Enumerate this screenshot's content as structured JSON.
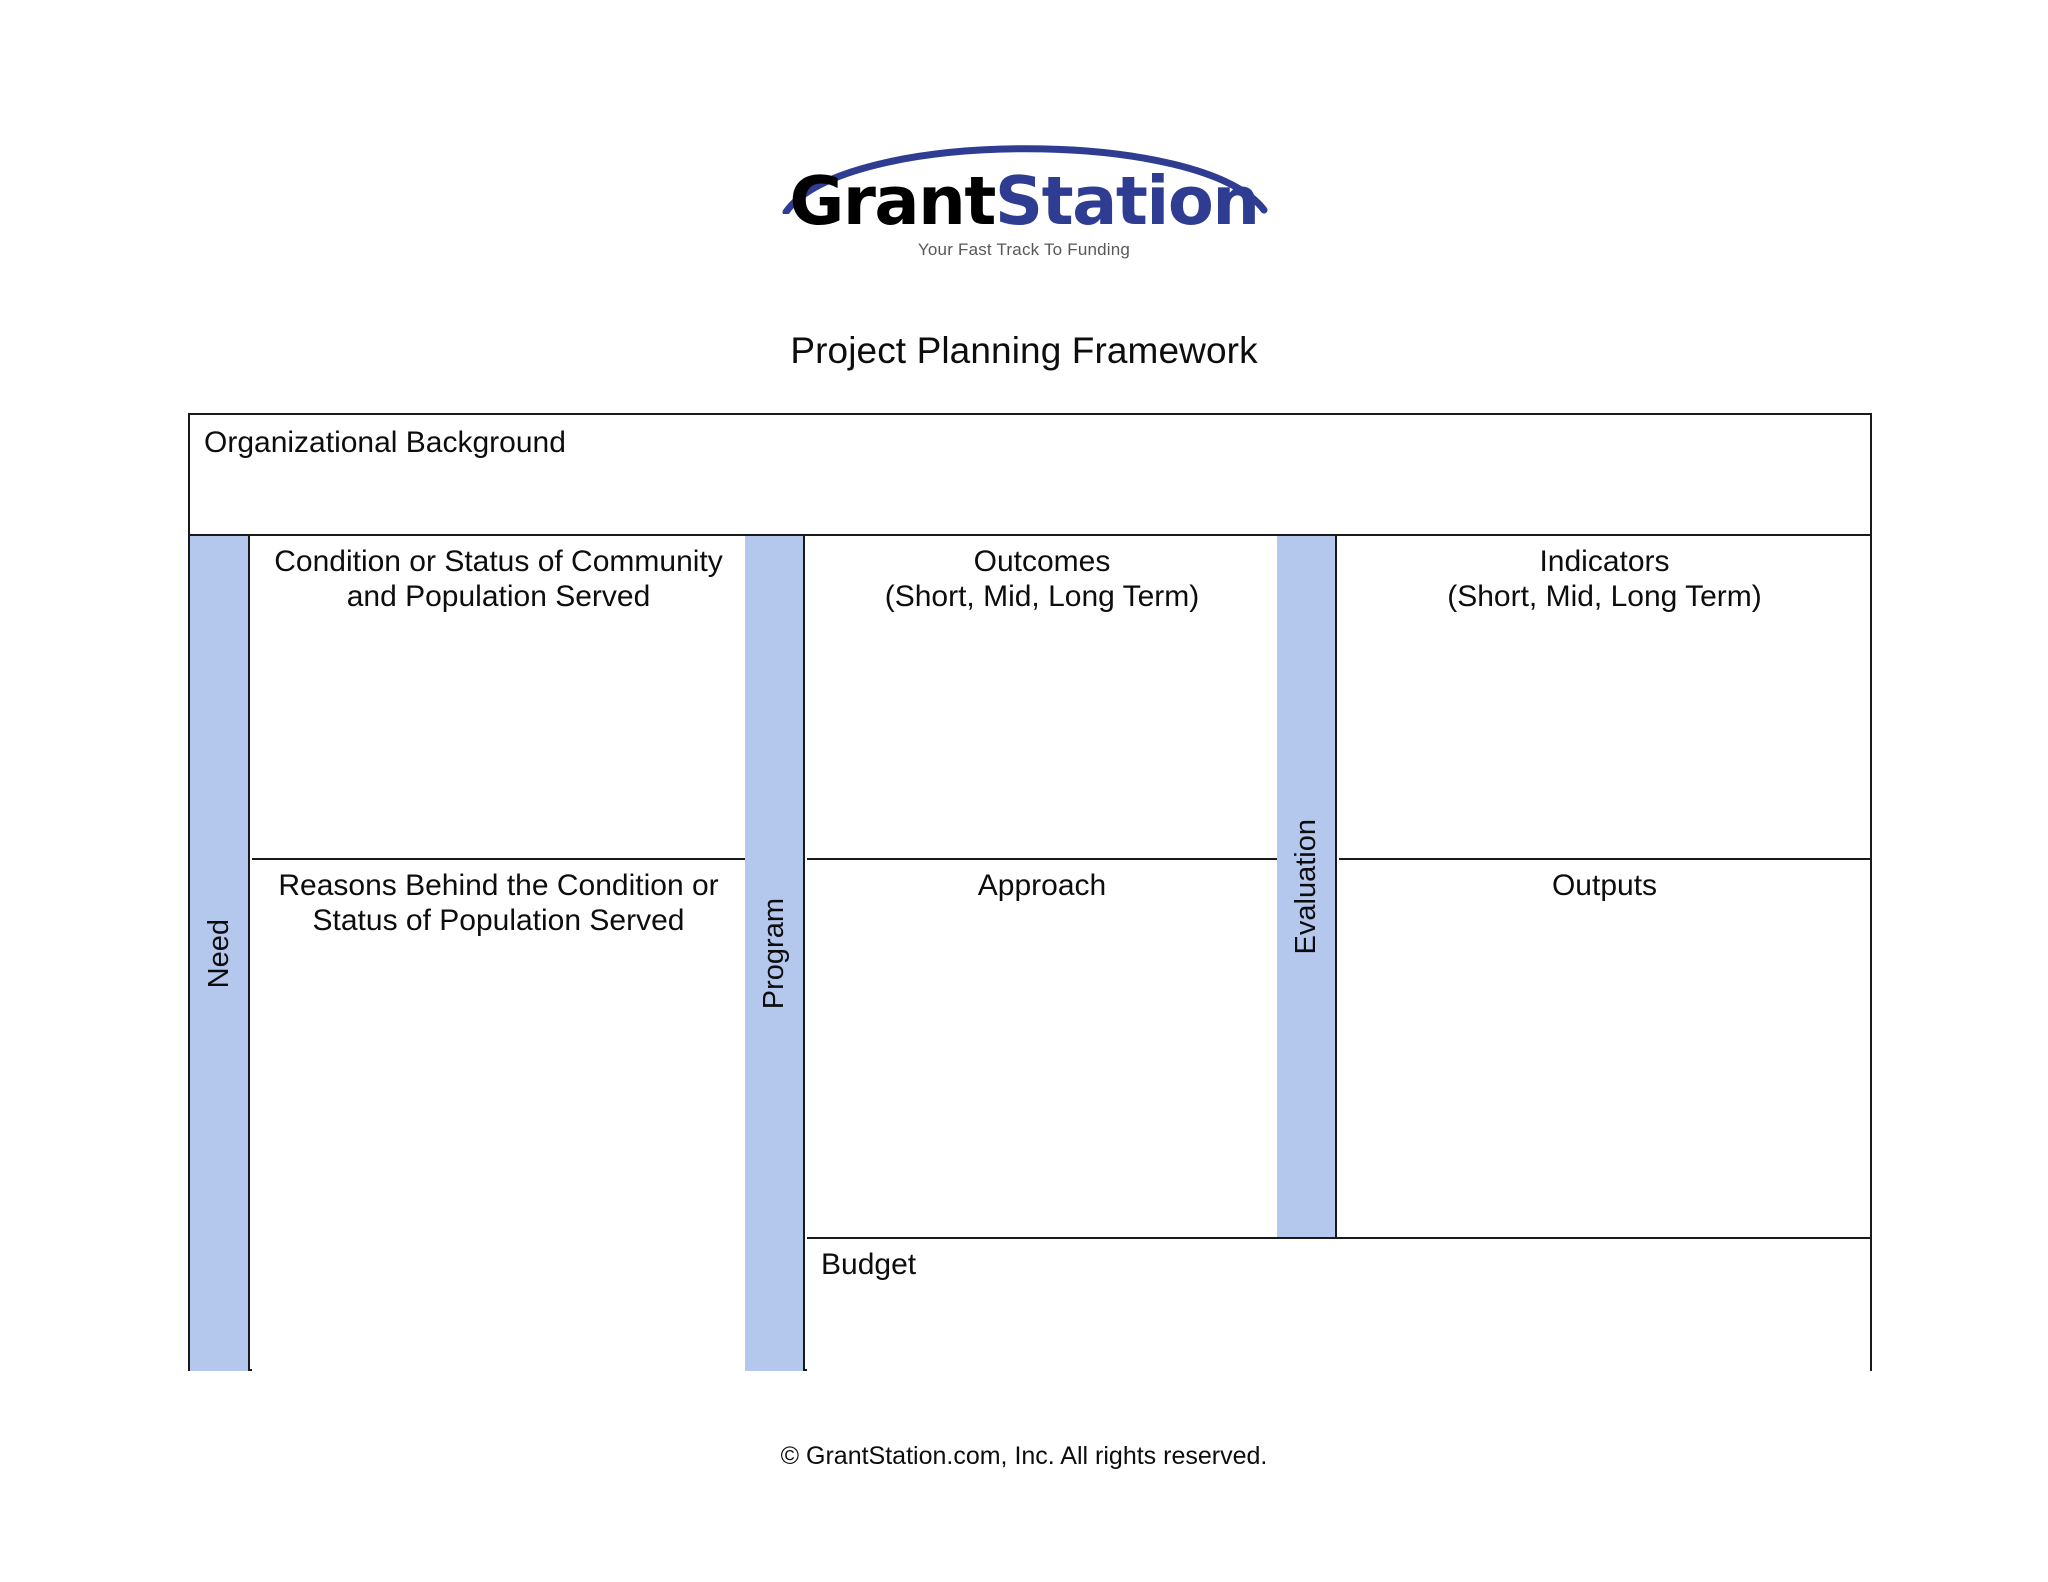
{
  "logo": {
    "word_primary": "Grant",
    "word_secondary": "Station",
    "tagline": "Your Fast Track To Funding",
    "arc_color": "#2E3D91",
    "primary_color": "#000000",
    "secondary_color": "#2E3D91"
  },
  "document": {
    "title": "Project Planning Framework",
    "footer": "© GrantStation.com, Inc. All rights reserved."
  },
  "framework": {
    "accent_fill": "#B4C7ED",
    "border_color": "#1A1A1A",
    "organizational_background": {
      "label": "Organizational Background"
    },
    "spines": [
      {
        "id": "need",
        "label": "Need"
      },
      {
        "id": "program",
        "label": "Program"
      },
      {
        "id": "evaluation",
        "label": "Evaluation"
      }
    ],
    "cells": {
      "condition": "Condition or Status of Community\nand Population Served",
      "reasons": "Reasons Behind the Condition or\nStatus of Population Served",
      "outcomes": "Outcomes\n(Short, Mid, Long Term)",
      "approach": "Approach",
      "indicators": "Indicators\n(Short, Mid, Long Term)",
      "outputs": "Outputs",
      "budget": "Budget"
    }
  }
}
